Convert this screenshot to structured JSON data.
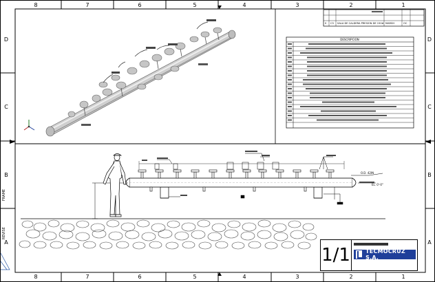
{
  "drawing": {
    "title": "DESCRIPCION",
    "sheet_number": "1/1",
    "company": "TECMOCRUZ S.A."
  },
  "frame": {
    "columns": [
      "8",
      "7",
      "6",
      "5",
      "4",
      "3",
      "2",
      "1"
    ],
    "rows": [
      "D",
      "C",
      "B",
      "A"
    ]
  },
  "revision": {
    "number": "0",
    "code": "C3",
    "description": "SALA DE CALDERA PRESION DE 150#",
    "by": "MARSH",
    "check": "OC"
  },
  "side_labels": [
    "FRAME",
    "REVISE"
  ],
  "dimension_label": "O.D. 42IN",
  "elevation_label": "EL. 0'-0\""
}
